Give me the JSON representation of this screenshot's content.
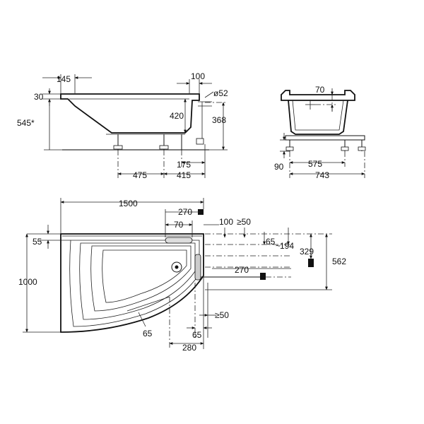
{
  "side_view": {
    "dims": {
      "rim_width": "145",
      "end_width": "100",
      "rim_thickness": "30",
      "total_height": "545*",
      "inner_depth": "420",
      "overflow_height": "368",
      "overflow_diameter": "ø52",
      "leg_offset_right": "175",
      "leg_spacing": "475",
      "drain_offset": "415"
    }
  },
  "end_view": {
    "dims": {
      "drain_position": "70",
      "foot_height": "90",
      "leg_spacing": "575",
      "overall_width": "743"
    }
  },
  "plan_view": {
    "dims": {
      "length": "1500",
      "width": "1000",
      "corner_offset": "55",
      "tap_offset": "270",
      "tap_width": "70",
      "overflow_offset": "100",
      "min_clearance_top": "≥50",
      "waste_offset": "65",
      "waste_to_edge": "194",
      "waste_height": "329",
      "waste_side": "562",
      "waste_pipe_length": "270",
      "min_clearance_bottom": "≥50",
      "curve_radius": "65",
      "bottom_offset": "65",
      "bottom_width": "280"
    }
  }
}
